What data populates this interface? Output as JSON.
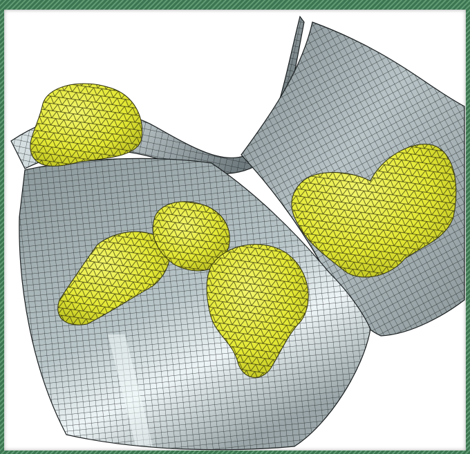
{
  "colors": {
    "frame_green": "#3f7a55",
    "frame_stripe": "#5f9a73",
    "background": "#ffffff",
    "leaflet_fill": "#c9d3d6",
    "leaflet_shadow": "#7f8b8f",
    "leaflet_highlight": "#e8f0f2",
    "mesh_line": "#1b1f20",
    "calcification_fill": "#e7ec3a",
    "calcification_mesh": "#3a3a10"
  },
  "objects": [
    {
      "name": "leaflet-upper-left",
      "kind": "quad-mesh shell"
    },
    {
      "name": "leaflet-right",
      "kind": "quad-mesh shell"
    },
    {
      "name": "leaflet-bottom",
      "kind": "quad-mesh shell"
    },
    {
      "name": "calcification-upper-left",
      "kind": "triangulated nodule"
    },
    {
      "name": "calcification-right",
      "kind": "triangulated nodule"
    },
    {
      "name": "calcification-center-cluster",
      "kind": "triangulated nodule"
    }
  ]
}
